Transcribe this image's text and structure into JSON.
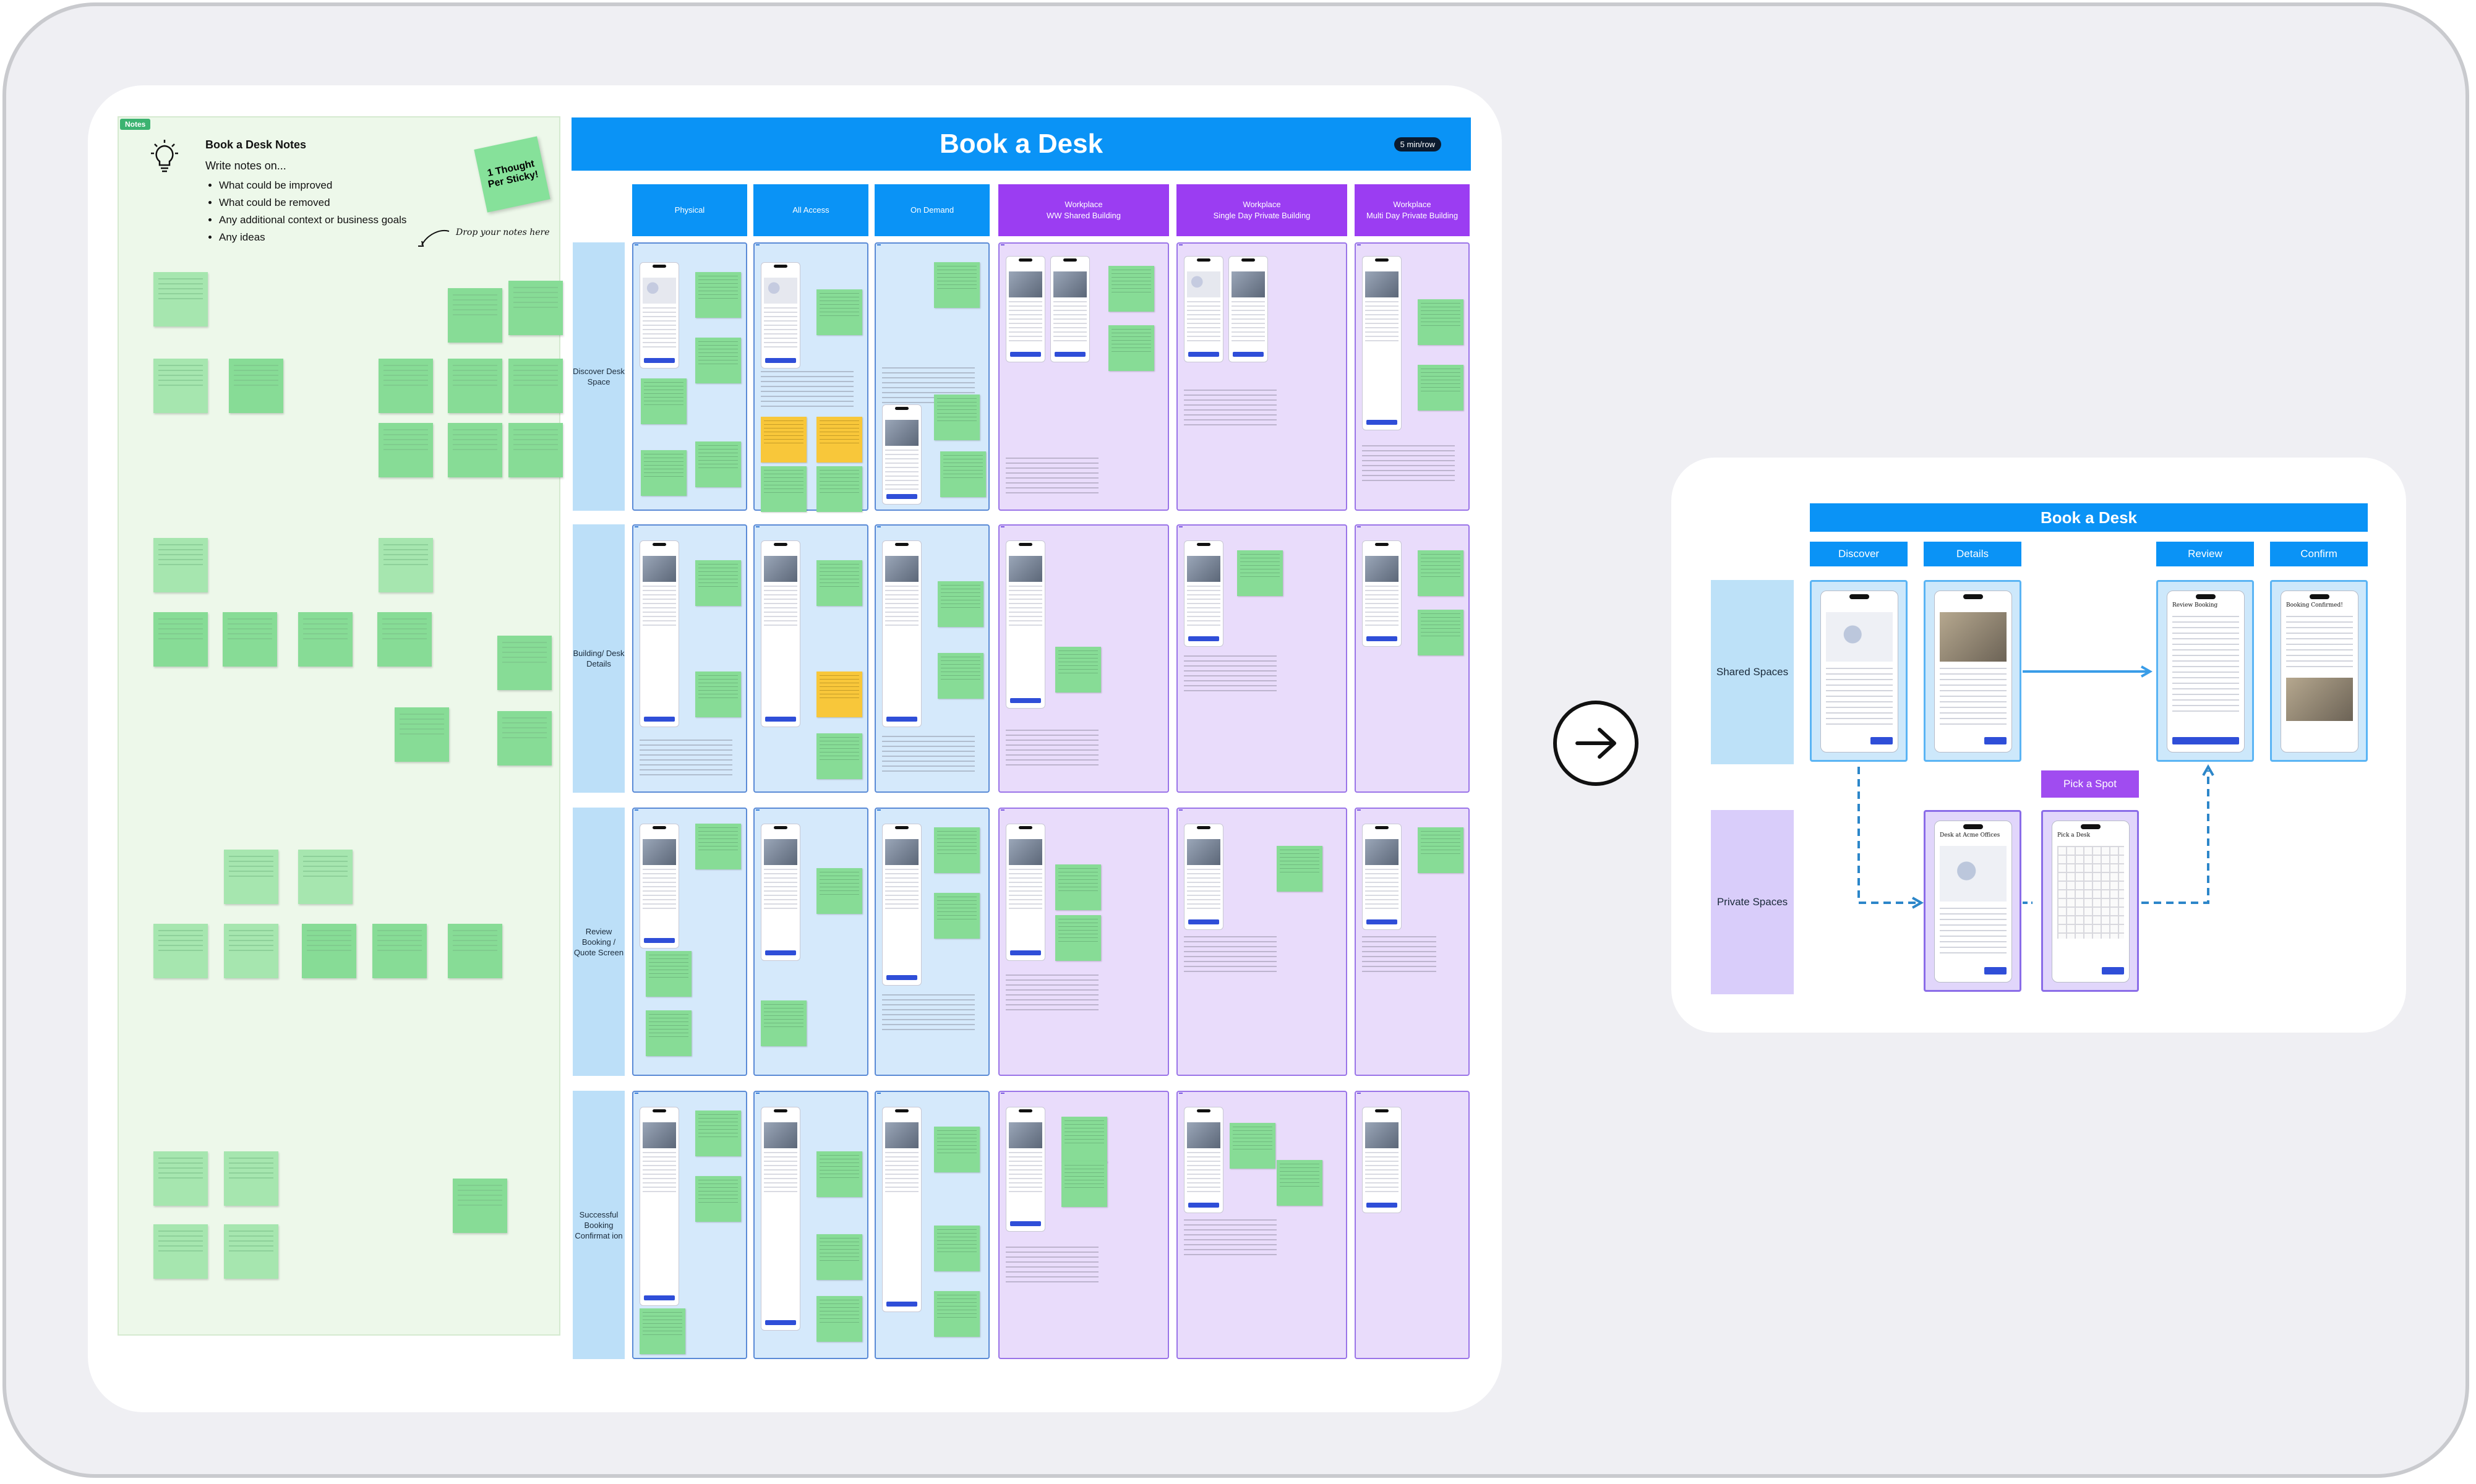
{
  "notes": {
    "tag": "Notes",
    "title": "Book a Desk Notes",
    "intro": "Write notes on...",
    "items": [
      "What could be improved",
      "What could be removed",
      "Any additional context or business goals",
      "Any ideas"
    ],
    "sticky_label": "1 Thought Per Sticky!",
    "drop_hint": "Drop your notes here"
  },
  "board": {
    "title": "Book a Desk",
    "time_pill": "5 min/row",
    "columns": [
      {
        "label": "Physical",
        "sub": ""
      },
      {
        "label": "All Access",
        "sub": ""
      },
      {
        "label": "On Demand",
        "sub": ""
      },
      {
        "label": "Workplace",
        "sub": "WW Shared Building"
      },
      {
        "label": "Workplace",
        "sub": "Single Day Private Building"
      },
      {
        "label": "Workplace",
        "sub": "Multi Day Private Building"
      }
    ],
    "rows": [
      "Discover Desk Space",
      "Building/ Desk Details",
      "Review Booking / Quote Screen",
      "Successful Booking Confirmat ion"
    ]
  },
  "flow": {
    "title": "Book a Desk",
    "steps": [
      "Discover",
      "Details",
      "Review",
      "Confirm"
    ],
    "rows": [
      "Shared Spaces",
      "Private Spaces"
    ],
    "pick_spot": "Pick a Spot",
    "screens": {
      "review": "Review Booking",
      "confirm": "Booking Confirmed!",
      "private_details": "Desk at Acme Offices",
      "pick_desk": "Pick a Desk"
    }
  },
  "colors": {
    "blue": "#0a93f6",
    "purple": "#9b3df2",
    "sticky": "#87dc96",
    "accent": "#f8c73a"
  }
}
